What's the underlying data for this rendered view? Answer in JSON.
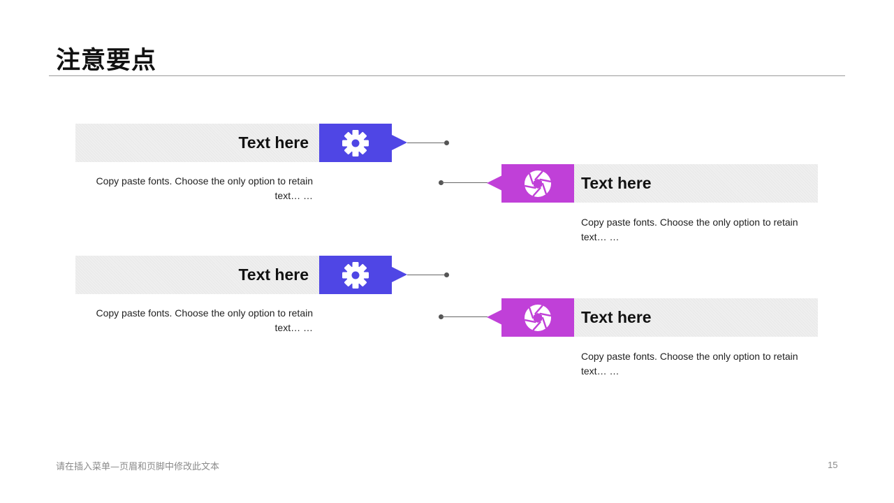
{
  "slide": {
    "title": "注意要点",
    "footer_text": "请在插入菜单—页眉和页脚中修改此文本",
    "page_number": "15"
  },
  "colors": {
    "blue": "#4f46e5",
    "magenta": "#c040d8",
    "bar_gray": "#efefef"
  },
  "items": [
    {
      "heading": "Text here",
      "body": "Copy paste fonts. Choose the only option to retain text… …",
      "icon": "gear-icon"
    },
    {
      "heading": "Text here",
      "body": "Copy paste fonts. Choose the only option to retain text… …",
      "icon": "aperture-icon"
    },
    {
      "heading": "Text here",
      "body": "Copy paste fonts. Choose the only option to retain text… …",
      "icon": "gear-icon"
    },
    {
      "heading": "Text here",
      "body": "Copy paste fonts. Choose the only option to retain text… …",
      "icon": "aperture-icon"
    }
  ]
}
